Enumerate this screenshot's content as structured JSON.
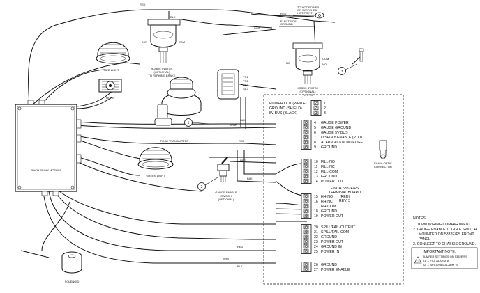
{
  "terminal_board": {
    "title_lines": [
      "FINCH 5332E/PS",
      "TERMINAL BOARD",
      "(RED)",
      "REV. 3"
    ],
    "groups": [
      {
        "rows": [
          [
            "POWER OUT (WHITE)",
            "1"
          ],
          [
            "GROUND (SHIELD)",
            "2"
          ],
          [
            "5V BUS (BLACK)",
            "3"
          ]
        ]
      },
      {
        "rows": [
          [
            "GAUGE POWER",
            "4"
          ],
          [
            "GAUGE GROUND",
            "5"
          ],
          [
            "GAUGE 5V BUS",
            "6"
          ],
          [
            "DISPLAY ENABLE (PTO)",
            "7"
          ],
          [
            "ALARM ACKNOWLEDGE",
            "8"
          ],
          [
            "GROUND",
            "9"
          ]
        ]
      },
      {
        "rows": [
          [
            "FILL-NO",
            "10"
          ],
          [
            "FILL-NC",
            "11"
          ],
          [
            "FILL-COM",
            "12"
          ],
          [
            "GROUND",
            "13"
          ],
          [
            "POWER OUT",
            "14"
          ]
        ]
      },
      {
        "rows": [
          [
            "HH-NO",
            "15"
          ],
          [
            "HH-NC",
            "16"
          ],
          [
            "HH-COM",
            "17"
          ],
          [
            "GROUND",
            "18"
          ],
          [
            "POWER OUT",
            "19"
          ]
        ]
      },
      {
        "rows": [
          [
            "SPILL/FAIL-OUTPUT",
            "20"
          ],
          [
            "SPILL/FAIL-COM",
            "21"
          ],
          [
            "GROUND",
            "22"
          ],
          [
            "POWER OUT",
            "23"
          ],
          [
            "GROUND IN",
            "24"
          ],
          [
            "POWER IN",
            "25"
          ]
        ]
      },
      {
        "rows": [
          [
            "GROUND",
            "26"
          ],
          [
            "POWER ENABLE",
            "27"
          ]
        ]
      }
    ]
  },
  "notes": {
    "heading": "NOTES:",
    "lines": [
      "1. TO-80 WIRING COMPARTMENT",
      "2. GAUGE ENABLE TOGGLE SWITCH",
      "MOUNTED ON 5332E/PS FRONT",
      "PANEL",
      "3. CONNECT TO CHASSIS GROUND."
    ],
    "important_heading": "IMPORTANT NOTE:",
    "important_lines": [
      "JUMPER SETTINGS ON 5332E/PS",
      "J1 → FILL ALARM 'A'",
      "J2 → SPILL/FAIL ALARM 'B'"
    ]
  },
  "labels": {
    "relay_module": "FINCH RELAY MODULE",
    "red_light": "RED LIGHT",
    "green_light": "GREEN LIGHT",
    "horn": "HORN",
    "solenoid": "SOLENOID",
    "transmitter": "TO-80 TRANSMITTER",
    "toggle_switch": [
      "GAUGE ENABLE",
      "SWITCH",
      "(OPTIONAL)"
    ],
    "pressure_switch_1": [
      "HOBBS SWITCH",
      "(OPTIONAL)",
      "TO PARKING BRAKE"
    ],
    "pressure_switch_2": [
      "HOBBS SWITCH",
      "(OPTIONAL)",
      "TO PTO"
    ],
    "pto_connector": [
      "FINCH OPTIC",
      "CONNECTOR"
    ],
    "top_right": [
      "TO HOT POWER",
      "OR SWITCHED",
      "HOT POINT"
    ],
    "chassis_ground": [
      "ELECTRICAL",
      "GROUND"
    ],
    "prs_labels": [
      "PR1",
      "PR2",
      "PR3",
      "PR4"
    ],
    "wire_red": "RED",
    "wire_wht": "WHT",
    "wire_blk": "BLK",
    "wire_nc": "NC",
    "wire_com": "COM",
    "wire_no": "NO",
    "callout_1": "1",
    "callout_2": "2",
    "callout_3": "3"
  }
}
